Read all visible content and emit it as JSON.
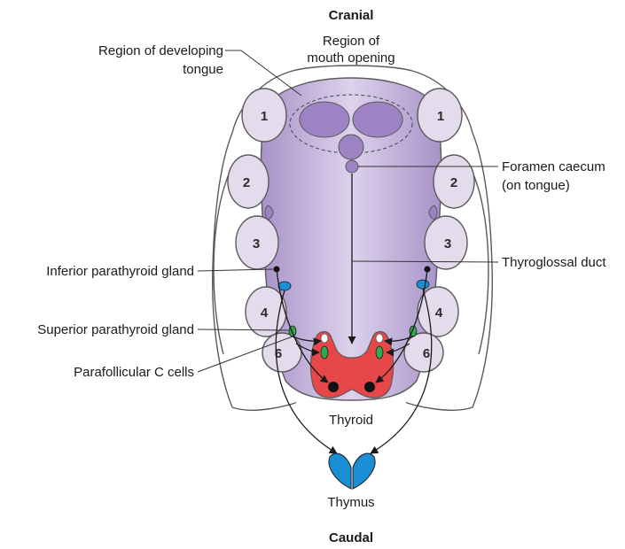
{
  "orientation": {
    "top": "Cranial",
    "bottom": "Caudal"
  },
  "labels": {
    "developing_tongue_1": "Region of developing",
    "developing_tongue_2": "tongue",
    "mouth_opening_1": "Region of",
    "mouth_opening_2": "mouth opening",
    "foramen_caecum_1": "Foramen caecum",
    "foramen_caecum_2": "(on tongue)",
    "thyroglossal_duct": "Thyroglossal duct",
    "inferior_parathyroid": "Inferior parathyroid gland",
    "superior_parathyroid": "Superior parathyroid gland",
    "parafollicular": "Parafollicular C cells",
    "thyroid": "Thyroid",
    "thymus": "Thymus"
  },
  "pouches": {
    "p1": "1",
    "p2": "2",
    "p3": "3",
    "p4": "4",
    "p6": "6"
  },
  "colors": {
    "pharynx": "#b7a3d2",
    "pharynx_light": "#d9cde8",
    "pouch_fill": "#e4dced",
    "thyroid": "#e8474a",
    "thymus": "#1a8fd6",
    "parathyroid_green": "#2fa84f",
    "outline": "#5a5a5a"
  }
}
